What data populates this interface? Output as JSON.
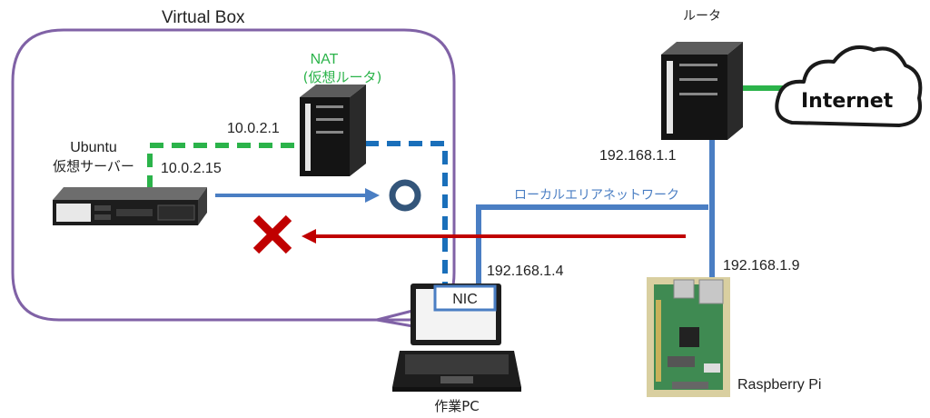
{
  "title": "Virtual Box",
  "nat": {
    "name": "NAT",
    "subtitle": "(仮想ルータ)",
    "ip": "10.0.2.1"
  },
  "ubuntu": {
    "name": "Ubuntu",
    "subtitle": "仮想サーバー",
    "ip": "10.0.2.15"
  },
  "router": {
    "name": "ルータ",
    "ip": "192.168.1.1"
  },
  "internet": {
    "label": "Internet"
  },
  "lan": {
    "label": "ローカルエリアネットワーク"
  },
  "pc": {
    "name": "作業PC",
    "nic": "NIC",
    "ip": "192.168.1.4"
  },
  "raspi": {
    "name": "Raspberry Pi",
    "ip": "192.168.1.9"
  },
  "colors": {
    "virtualbox_border": "#8062a6",
    "nat_link": "#2bb34a",
    "lan_link": "#4a7ec3",
    "nat_dashed": "#1a6fba",
    "blocked": "#c00000",
    "ok_circle": "#33557a",
    "x_mark": "#c00000"
  },
  "symbols": {
    "ok": "circle-icon",
    "blocked": "x-icon"
  }
}
